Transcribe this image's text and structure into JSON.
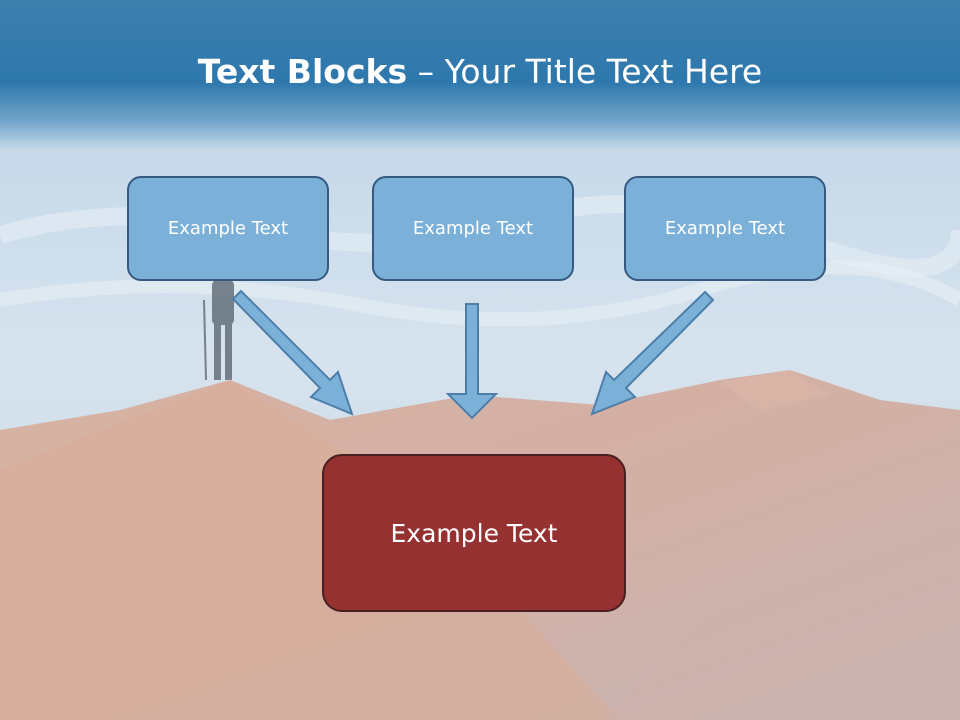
{
  "title": {
    "bold_part": "Text Blocks",
    "separator": " – ",
    "rest": "Your Title Text Here"
  },
  "boxes": {
    "top_left": "Example Text",
    "top_center": "Example Text",
    "top_right": "Example Text",
    "bottom": "Example Text"
  },
  "colors": {
    "header": "#2e78ad",
    "small_box_fill": "#7bb1d8",
    "small_box_border": "#365a80",
    "big_box_fill": "#963131",
    "arrow_fill": "#7bb1d8"
  }
}
